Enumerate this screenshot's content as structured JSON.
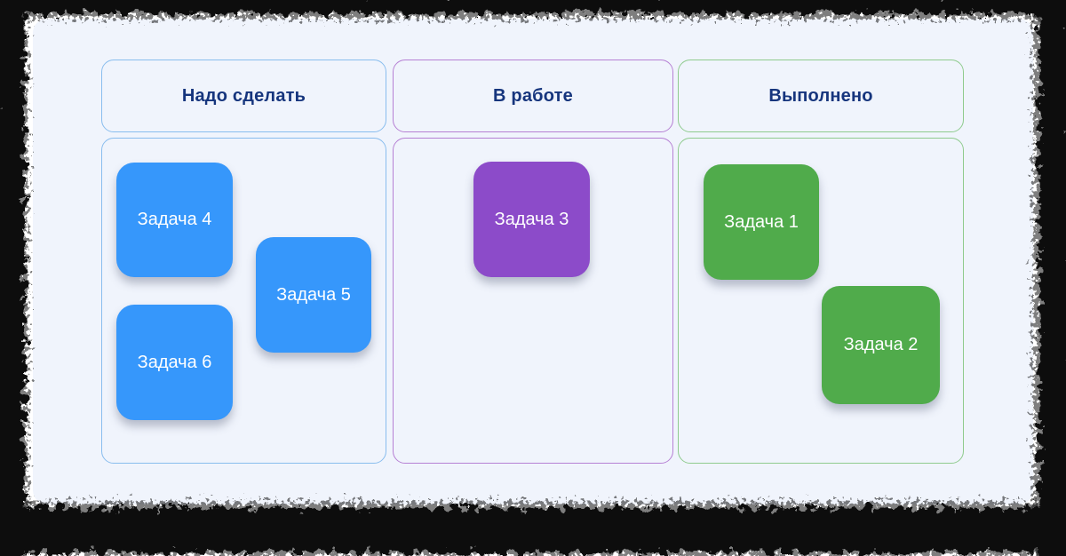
{
  "board": {
    "columns": [
      {
        "title": "Надо сделать",
        "border_color": "#89bdee",
        "cards": [
          {
            "label": "Задача 4",
            "color": "#3697fb"
          },
          {
            "label": "Задача 5",
            "color": "#3697fb"
          },
          {
            "label": "Задача 6",
            "color": "#3697fb"
          }
        ]
      },
      {
        "title": "В работе",
        "border_color": "#b680d4",
        "cards": [
          {
            "label": "Задача 3",
            "color": "#8c4bc9"
          }
        ]
      },
      {
        "title": "Выполнено",
        "border_color": "#8fcb8e",
        "cards": [
          {
            "label": "Задача 1",
            "color": "#50ab4b"
          },
          {
            "label": "Задача 2",
            "color": "#50ab4b"
          }
        ]
      }
    ],
    "colors": {
      "panel_background": "#f0f4fc",
      "header_text": "#16357d",
      "card_text": "#ffffff",
      "torn_frame": "#0c0c0c"
    }
  }
}
